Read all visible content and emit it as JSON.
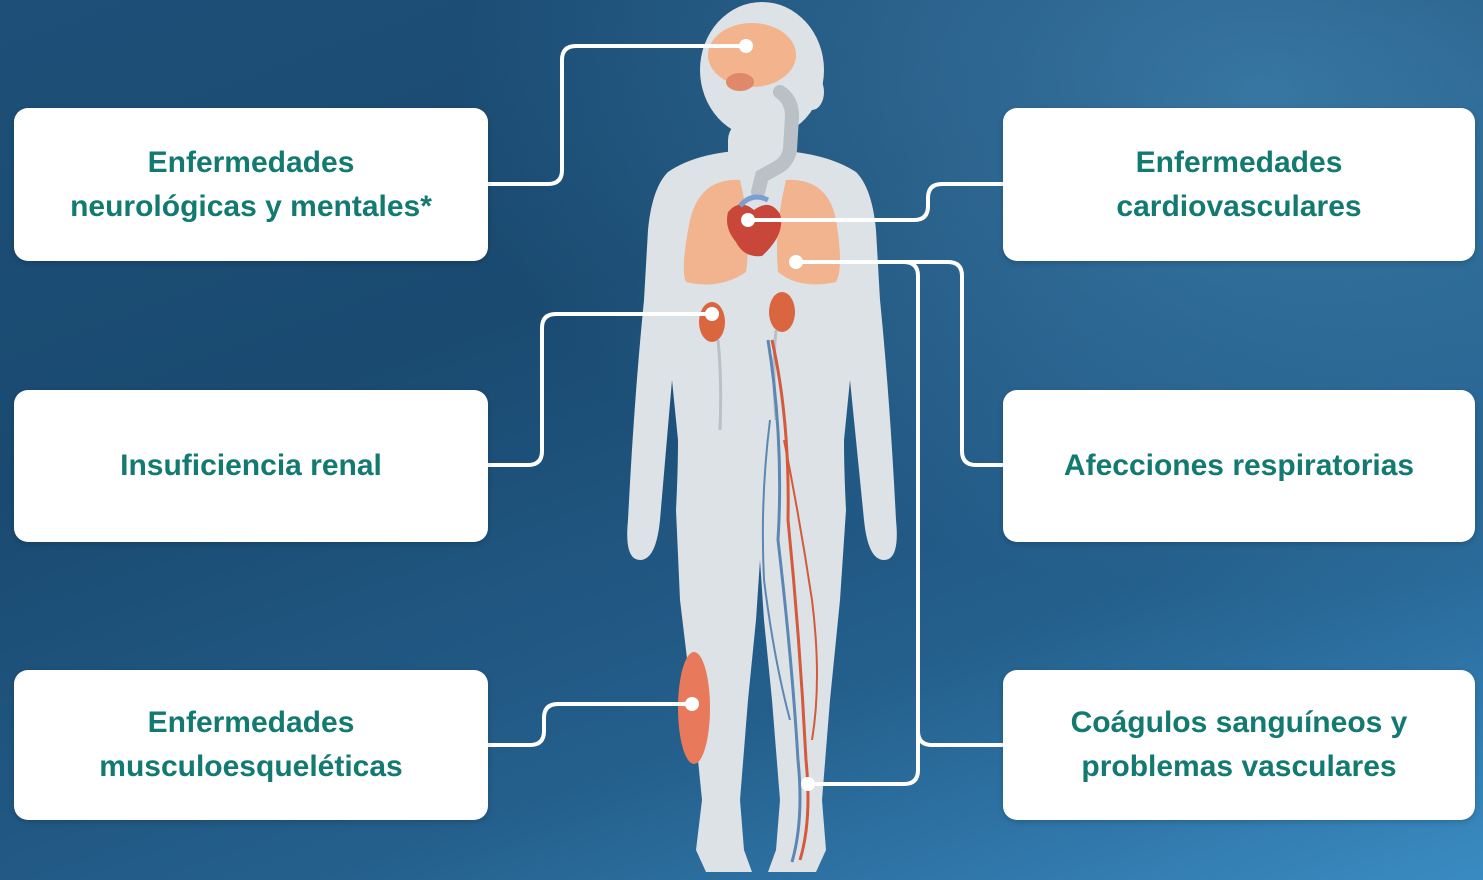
{
  "labels": {
    "neuro": "Enfermedades\nneurológicas y mentales*",
    "cardio": "Enfermedades\ncardiovasculares",
    "renal": "Insuficiencia renal",
    "resp": "Afecciones respiratorias",
    "musc": "Enfermedades\nmusculoesqueléticas",
    "clot": "Coágulos sanguíneos y\nproblemas vasculares"
  },
  "colors": {
    "background": "#1d4f78",
    "card": "#ffffff",
    "label_text": "#127a70",
    "connector": "#ffffff",
    "body": "#dde2e6",
    "lungs": "#f2b38f",
    "heart": "#c8473a",
    "kidney": "#d9663f",
    "artery": "#d45a3c",
    "vein": "#5c86b4",
    "muscle": "#e8795a",
    "brain": "#f3b38d"
  }
}
